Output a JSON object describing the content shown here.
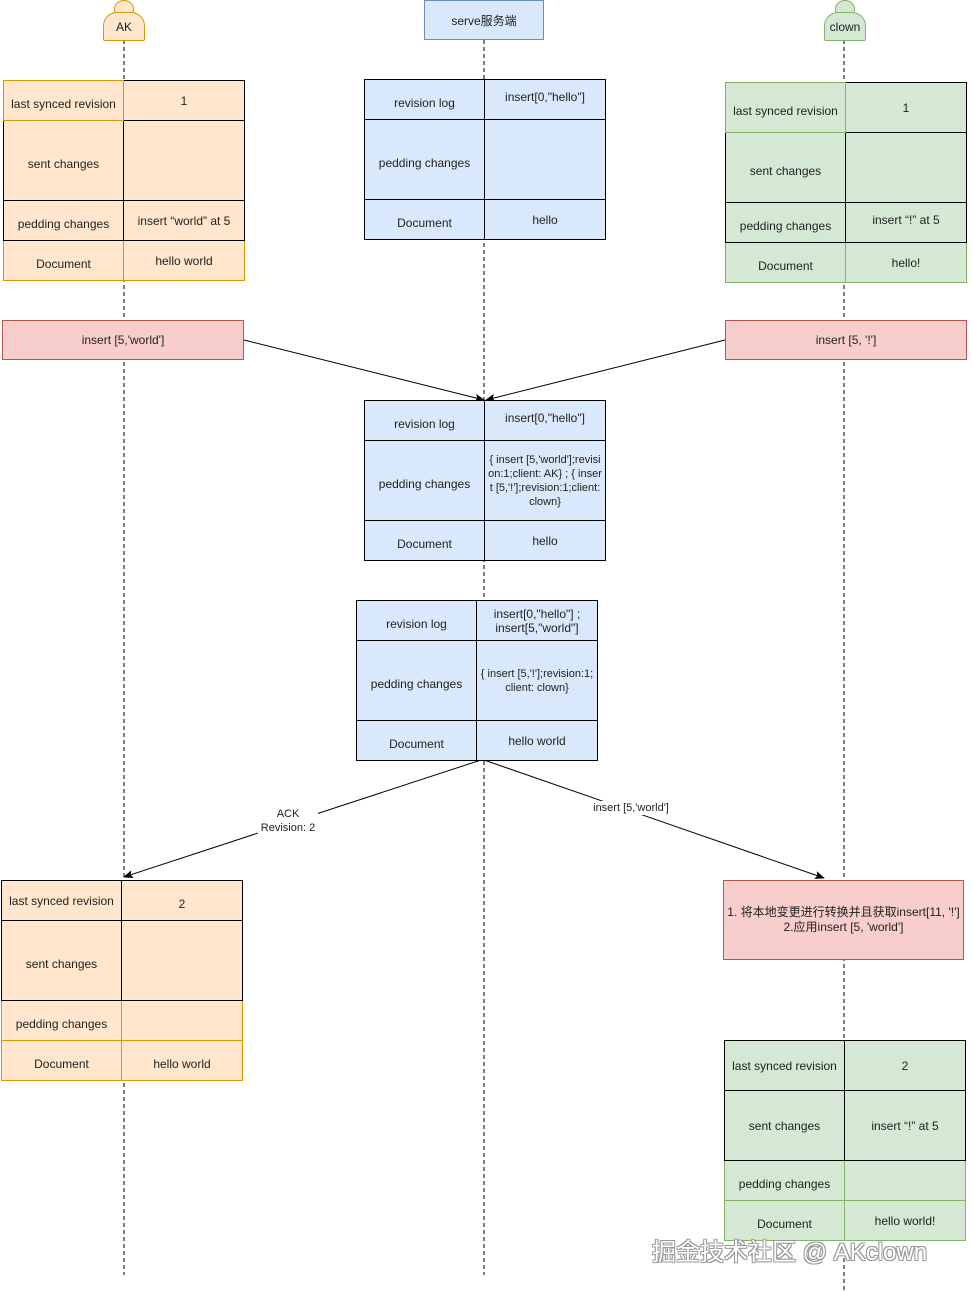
{
  "actors": {
    "left": "AK",
    "right": "clown",
    "server": "serve服务端"
  },
  "ak_state_1": {
    "rows": [
      {
        "label": "last synced revision",
        "value": "1"
      },
      {
        "label": "sent changes",
        "value": ""
      },
      {
        "label": "pedding changes",
        "value": "insert “world” at 5"
      },
      {
        "label": "Document",
        "value": "hello world"
      }
    ]
  },
  "server_state_1": {
    "rows": [
      {
        "label": "revision log",
        "value": "insert[0,\"hello\"]"
      },
      {
        "label": "pedding changes",
        "value": ""
      },
      {
        "label": "Document",
        "value": "hello"
      }
    ]
  },
  "clown_state_1": {
    "rows": [
      {
        "label": "last synced revision",
        "value": "1"
      },
      {
        "label": "sent changes",
        "value": ""
      },
      {
        "label": "pedding changes",
        "value": "insert “!” at 5"
      },
      {
        "label": "Document",
        "value": "hello!"
      }
    ]
  },
  "ops": {
    "ak_send": "insert [5,'world']",
    "clown_send": "insert [5, '!']",
    "clown_transform_line1": "1. 将本地变更进行转换并且获取insert[11, '!']",
    "clown_transform_line2": "2.应用insert [5, 'world']"
  },
  "server_state_2": {
    "rows": [
      {
        "label": "revision log",
        "value": "insert[0,\"hello\"]"
      },
      {
        "label": "pedding changes",
        "value": "{ insert [5,'world'];revision:1;client: AK} ; { insert [5,'!'];revision:1;client: clown}"
      },
      {
        "label": "Document",
        "value": "hello"
      }
    ]
  },
  "server_state_3": {
    "rows": [
      {
        "label": "revision log",
        "value": "insert[0,\"hello\"] ; insert[5,\"world\"]"
      },
      {
        "label": "pedding changes",
        "value": "{ insert [5,'!'];revision:1;client: clown}"
      },
      {
        "label": "Document",
        "value": "hello world"
      }
    ]
  },
  "edges": {
    "ack_line1": "ACK",
    "ack_line2": "Revision: 2",
    "broadcast": "insert [5,'world']"
  },
  "ak_state_2": {
    "rows": [
      {
        "label": "last synced revision",
        "value": "2"
      },
      {
        "label": "sent changes",
        "value": ""
      },
      {
        "label": "pedding changes",
        "value": ""
      },
      {
        "label": "Document",
        "value": "hello world"
      }
    ]
  },
  "clown_state_2": {
    "rows": [
      {
        "label": "last synced revision",
        "value": "2"
      },
      {
        "label": "sent changes",
        "value": "insert “!” at 5"
      },
      {
        "label": "pedding changes",
        "value": ""
      },
      {
        "label": "Document",
        "value": "hello world!"
      }
    ]
  },
  "watermark": "掘金技术社区 @ AKclown",
  "colors": {
    "orange_fill": "#ffe6cc",
    "orange_stroke": "#d79b00",
    "blue_fill": "#dae8fc",
    "blue_stroke": "#6c8ebf",
    "green_fill": "#d5e8d4",
    "green_stroke": "#82b366",
    "red_fill": "#f8cecc",
    "red_stroke": "#b85450"
  }
}
